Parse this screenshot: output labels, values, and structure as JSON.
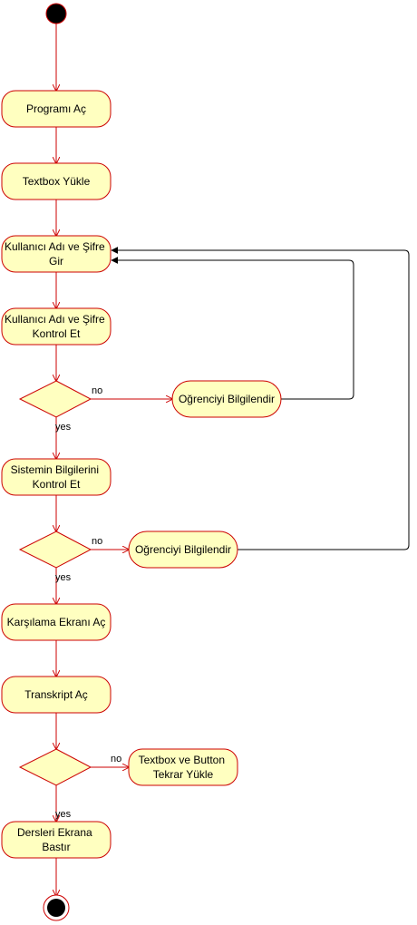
{
  "colors": {
    "node_fill": "#ffffc0",
    "node_stroke": "#cc0000",
    "edge_red": "#cc0000",
    "edge_black": "#000000",
    "start_fill": "#000000"
  },
  "nodes": {
    "programi_ac": [
      "Programı Aç"
    ],
    "textbox_yukle": [
      "Textbox Yükle"
    ],
    "kullanici_gir": [
      "Kullanıcı Adı ve Şifre",
      "Gir"
    ],
    "kullanici_kontrol": [
      "Kullanıcı Adı ve Şifre",
      "Kontrol Et"
    ],
    "bilgilendir_1": [
      "Oğrenciyi Bilgilendir"
    ],
    "sistem_kontrol": [
      "Sistemin Bilgilerini",
      "Kontrol Et"
    ],
    "bilgilendir_2": [
      "Oğrenciyi Bilgilendir"
    ],
    "karsilama": [
      "Karşılama Ekranı Aç"
    ],
    "transkript": [
      "Transkript Aç"
    ],
    "textbox_button": [
      "Textbox ve Button",
      "Tekrar Yükle"
    ],
    "dersleri": [
      "Dersleri Ekrana",
      "Bastır"
    ]
  },
  "edge_labels": {
    "no_1": "no",
    "yes_1": "yes",
    "no_2": "no",
    "yes_2": "yes",
    "no_3": "no",
    "yes_3": "yes"
  }
}
